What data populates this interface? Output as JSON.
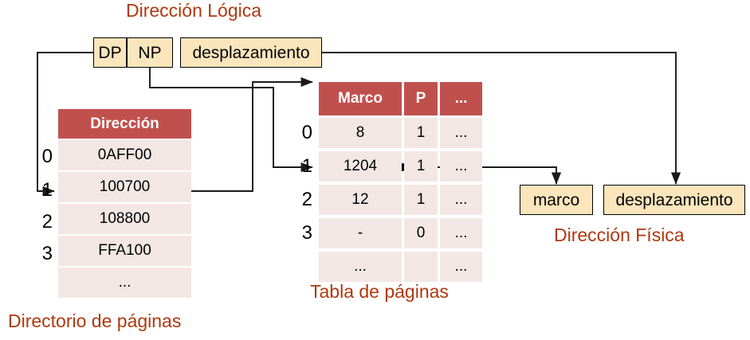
{
  "diagram": {
    "title_logical": "Dirección Lógica",
    "title_physical": "Dirección Física",
    "caption_directory": "Directorio de páginas",
    "caption_pagetable": "Tabla de páginas",
    "colors": {
      "heading_text": "#B0380F",
      "table_header_bg": "#C0504D",
      "table_cell_bg": "#F3E7E5",
      "field_box_bg": "#FAE5BC",
      "wire": "#3b3b3b"
    }
  },
  "logical_address": {
    "fields": [
      {
        "label": "DP"
      },
      {
        "label": "NP"
      },
      {
        "label": "desplazamiento"
      }
    ]
  },
  "page_directory": {
    "header": "Dirección",
    "row_indices": [
      "0",
      "1",
      "2",
      "3"
    ],
    "rows": [
      {
        "index": "0",
        "address": "0AFF00"
      },
      {
        "index": "1",
        "address": "100700"
      },
      {
        "index": "2",
        "address": "108800"
      },
      {
        "index": "3",
        "address": "FFA100"
      },
      {
        "index": "",
        "address": "..."
      }
    ]
  },
  "page_table": {
    "headers": [
      "Marco",
      "P",
      "..."
    ],
    "row_indices": [
      "0",
      "1",
      "2",
      "3"
    ],
    "rows": [
      {
        "index": "0",
        "marco": "8",
        "p": "1",
        "more": "..."
      },
      {
        "index": "1",
        "marco": "1204",
        "p": "1",
        "more": "..."
      },
      {
        "index": "2",
        "marco": "12",
        "p": "1",
        "more": "..."
      },
      {
        "index": "3",
        "marco": "-",
        "p": "0",
        "more": "..."
      },
      {
        "index": "",
        "marco": "...",
        "p": "",
        "more": "..."
      }
    ]
  },
  "physical_address": {
    "fields": [
      {
        "label": "marco"
      },
      {
        "label": "desplazamiento"
      }
    ]
  }
}
